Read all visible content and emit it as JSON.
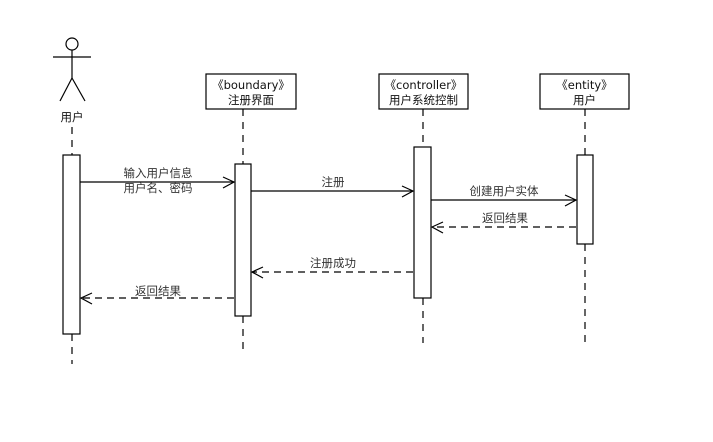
{
  "diagram": {
    "type": "uml-sequence",
    "actor": {
      "id": "user",
      "label": "用户"
    },
    "participants": [
      {
        "id": "boundary",
        "stereotype": "《boundary》",
        "name": "注册界面"
      },
      {
        "id": "controller",
        "stereotype": "《controller》",
        "name": "用户系统控制"
      },
      {
        "id": "entity",
        "stereotype": "《entity》",
        "name": "用户"
      }
    ],
    "messages": [
      {
        "from": "user",
        "to": "boundary",
        "kind": "sync",
        "lines": [
          "输入用户信息",
          "用户名、密码"
        ]
      },
      {
        "from": "boundary",
        "to": "controller",
        "kind": "sync",
        "lines": [
          "注册"
        ]
      },
      {
        "from": "controller",
        "to": "entity",
        "kind": "sync",
        "lines": [
          "创建用户实体"
        ]
      },
      {
        "from": "entity",
        "to": "controller",
        "kind": "return",
        "lines": [
          "返回结果"
        ]
      },
      {
        "from": "controller",
        "to": "boundary",
        "kind": "return",
        "lines": [
          "注册成功"
        ]
      },
      {
        "from": "boundary",
        "to": "user",
        "kind": "return",
        "lines": [
          "返回结果"
        ]
      }
    ],
    "colors": {
      "line": "#000000",
      "text": "#333333",
      "background": "#ffffff"
    }
  }
}
